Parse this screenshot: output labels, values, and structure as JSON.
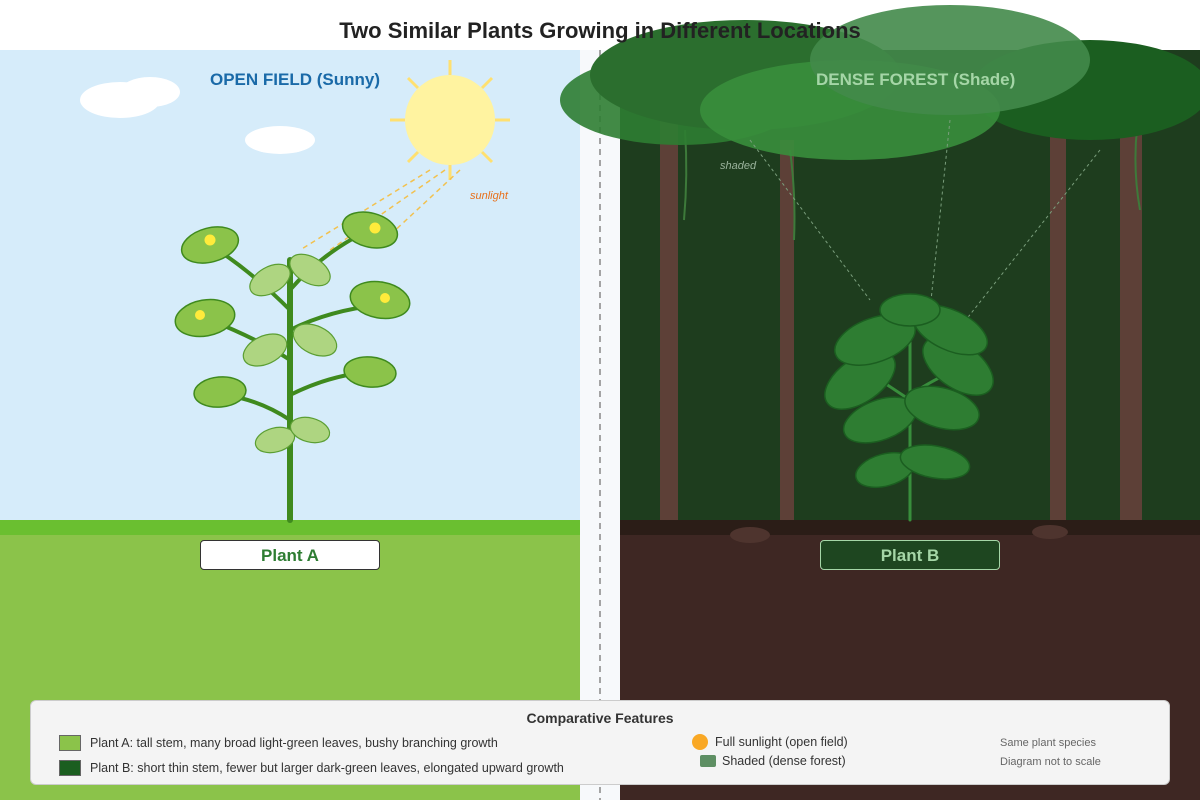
{
  "title": "Two Similar Plants Growing in Different Locations",
  "regions": {
    "open": {
      "label": "OPEN FIELD (Sunny)",
      "plant_label": "Plant A",
      "note": "sunlight"
    },
    "forest": {
      "label": "DENSE FOREST (Shade)",
      "plant_label": "Plant B",
      "note": "shaded"
    }
  },
  "legend": {
    "title": "Comparative Features",
    "items": [
      {
        "text": "Plant A: tall stem, many broad light-green leaves, bushy branching growth",
        "color": "#8bc34a"
      },
      {
        "text": "Plant B: short thin stem, fewer but larger dark-green leaves, elongated upward growth",
        "color": "#1b5e20"
      }
    ],
    "conditions": [
      {
        "text": "Full sunlight (open field)",
        "color": "#f9a825"
      },
      {
        "text": "Shaded (dense forest)",
        "color": "#5e8f63"
      }
    ],
    "notes": [
      "Same plant species",
      "Diagram not to scale"
    ]
  },
  "colors": {
    "sky": "#d6ecfa",
    "grass": "#8bc34a",
    "forest_bg": "#1e3d1e",
    "soil": "#3e2723",
    "sun": "#fff3a0",
    "plant_a_leaf": "#8bc34a",
    "plant_b_leaf": "#2e7d32"
  }
}
